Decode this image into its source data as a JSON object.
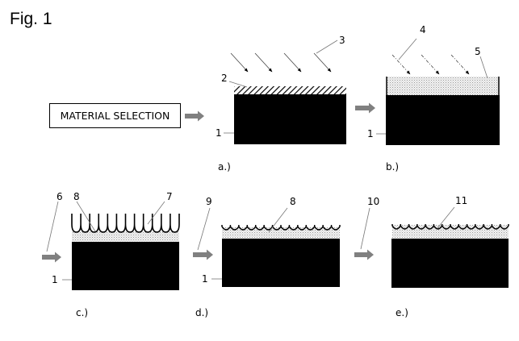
{
  "figure": {
    "title": "Fig. 1",
    "start_box": "MATERIAL SELECTION",
    "colors": {
      "substrate": "#000000",
      "process_arrow": "#808080",
      "leader_line": "#777777",
      "dotted_layer": "#e6e6e6"
    },
    "panels": [
      {
        "id": "a",
        "caption": "a.)",
        "labels": {
          "substrate": "1",
          "coating": "2",
          "radiation": "3"
        }
      },
      {
        "id": "b",
        "caption": "b.)",
        "labels": {
          "substrate": "1",
          "radiation": "4",
          "modified_layer": "5"
        }
      },
      {
        "id": "c",
        "caption": "c.)",
        "labels": {
          "substrate": "1",
          "process": "6",
          "spikes": "7",
          "cavities": "8"
        }
      },
      {
        "id": "d",
        "caption": "d.)",
        "labels": {
          "substrate": "1",
          "process": "9",
          "cavities": "8"
        }
      },
      {
        "id": "e",
        "caption": "e.)",
        "labels": {
          "process": "10",
          "filled_cavities": "11"
        }
      }
    ]
  }
}
